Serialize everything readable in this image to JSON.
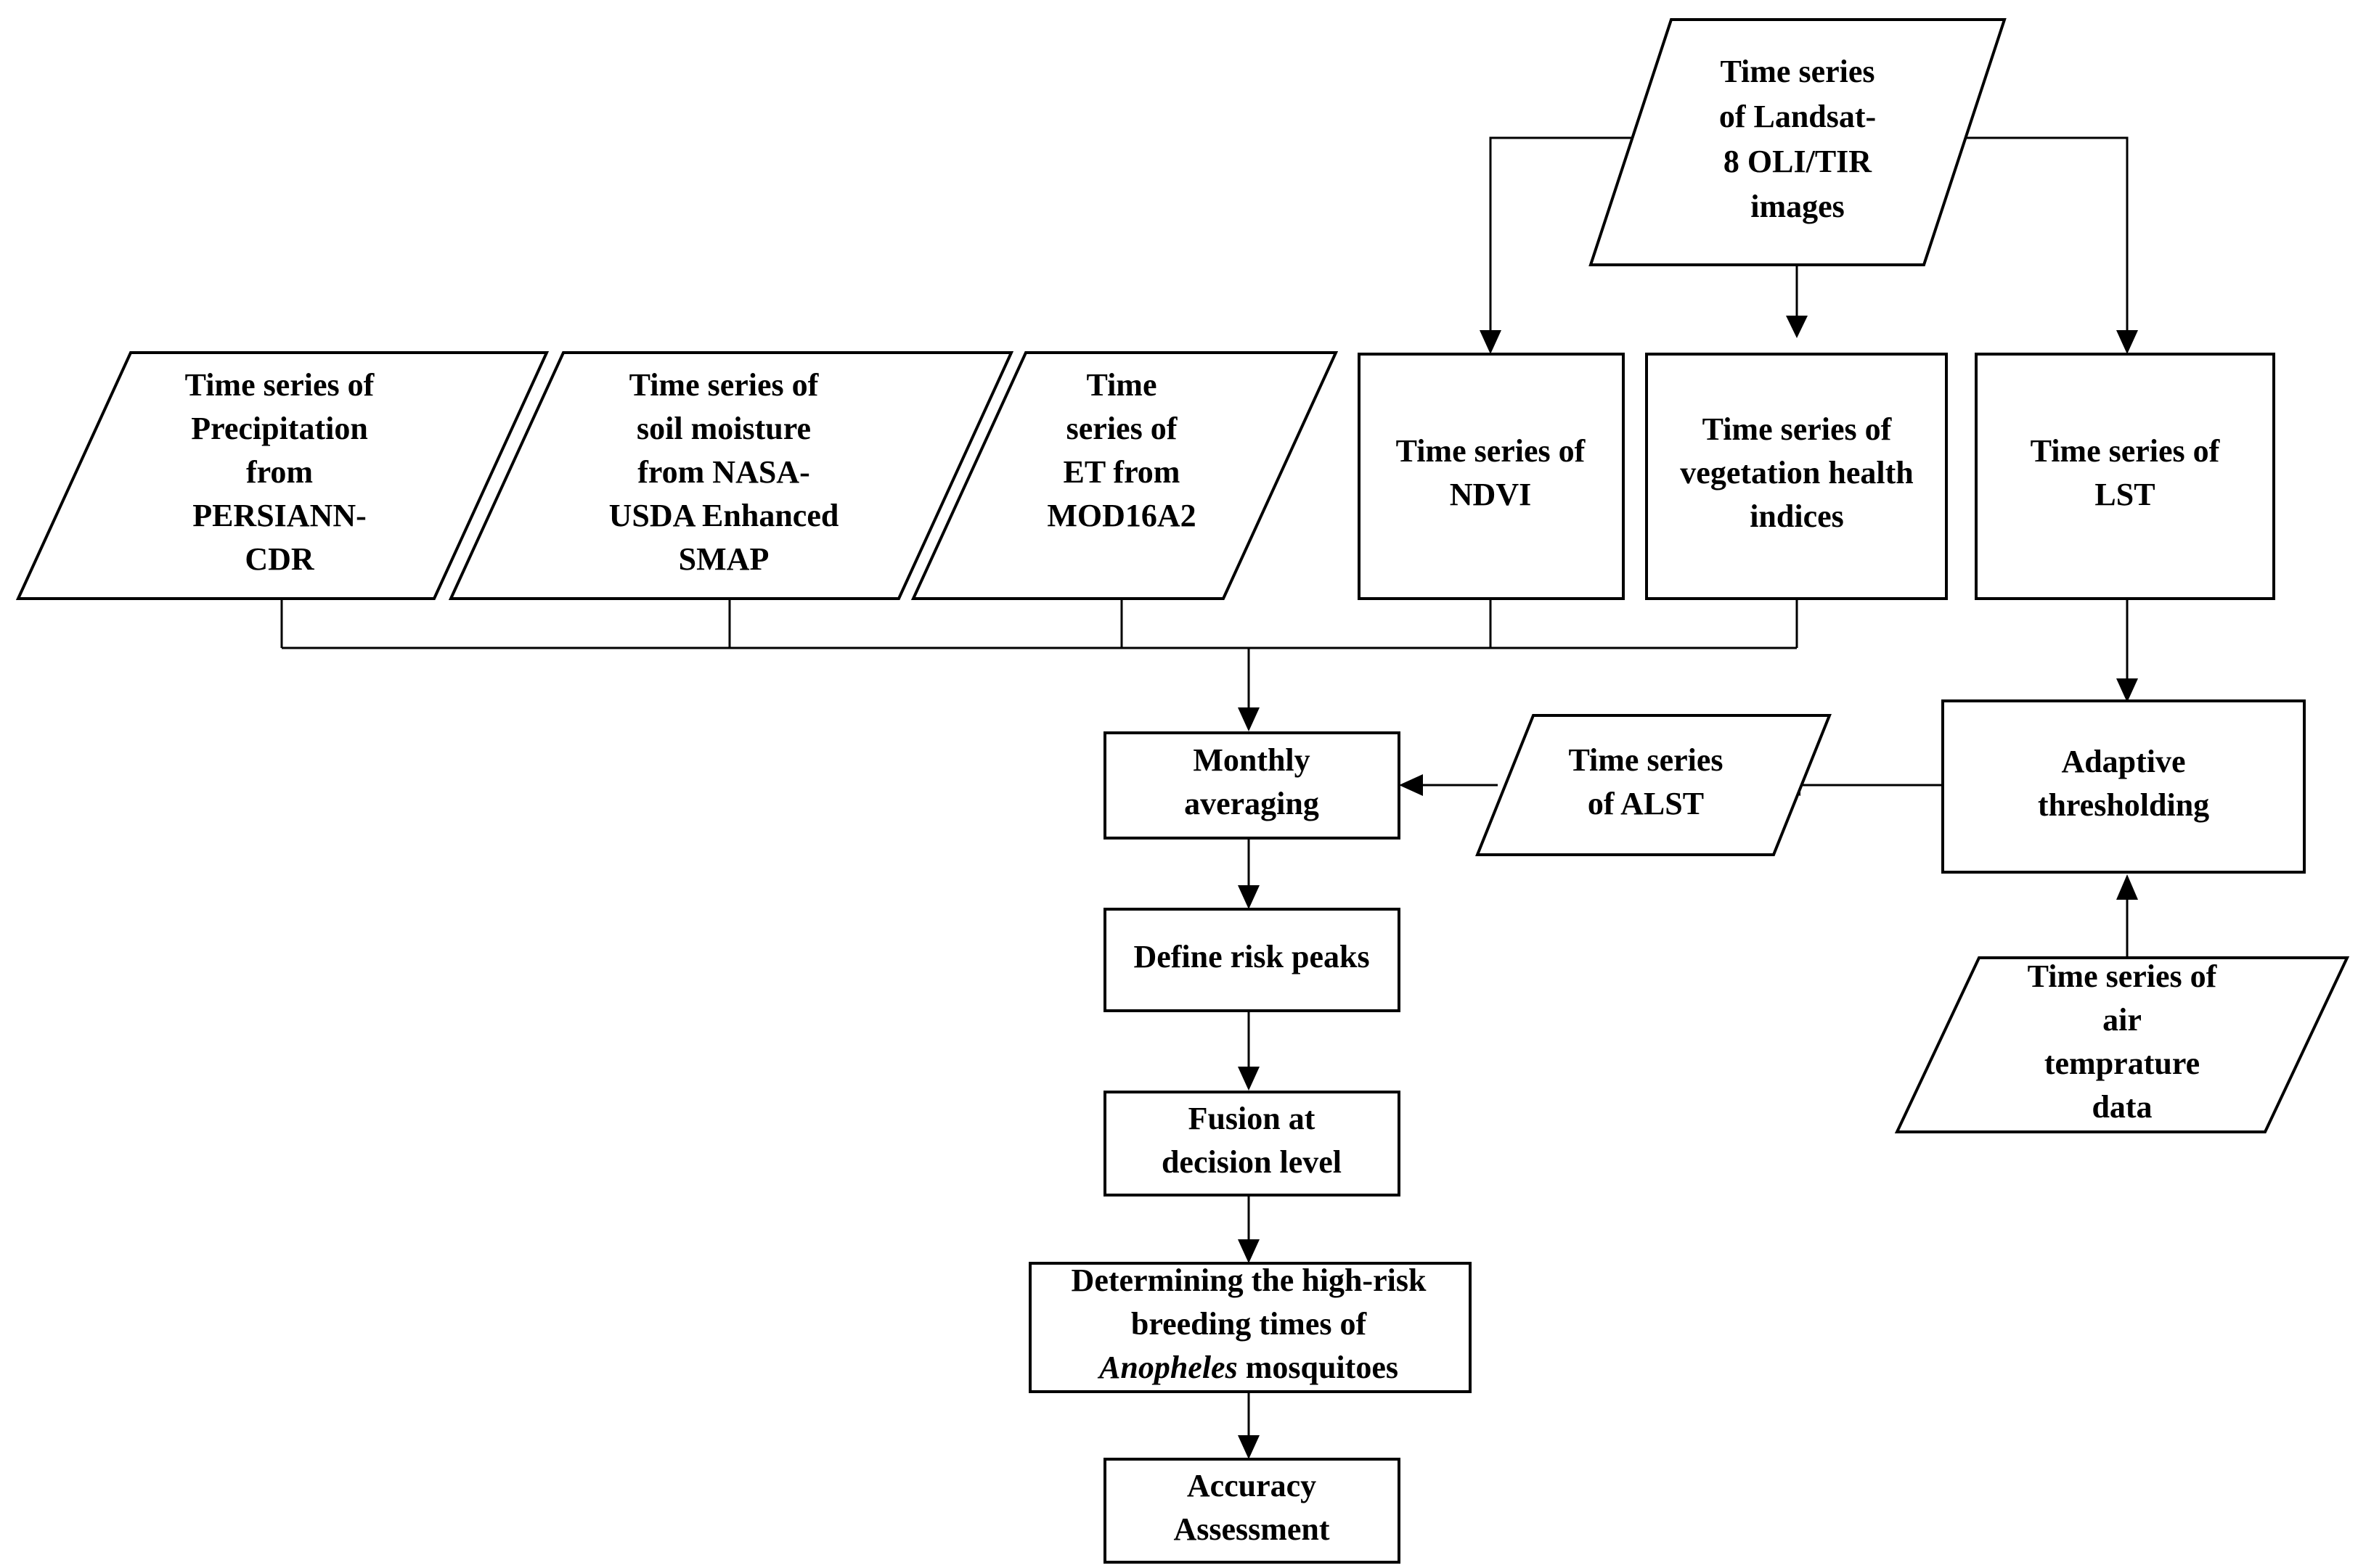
{
  "nodes": {
    "landsat": {
      "lines": [
        "Time series",
        "of Landsat-",
        "8 OLI/TIR",
        "images"
      ]
    },
    "precipitation": {
      "lines": [
        "Time series of",
        "Precipitation",
        "from",
        "PERSIANN-",
        "CDR"
      ]
    },
    "soil_moisture": {
      "lines": [
        "Time series of",
        "soil moisture",
        "from NASA-",
        "USDA Enhanced",
        "SMAP"
      ]
    },
    "et": {
      "lines": [
        "Time",
        "series of",
        "ET from",
        "MOD16A2"
      ]
    },
    "ndvi": {
      "lines": [
        "Time series of",
        "NDVI"
      ]
    },
    "vhi": {
      "lines": [
        "Time series of",
        "vegetation health",
        "indices"
      ]
    },
    "lst": {
      "lines": [
        "Time series of",
        "LST"
      ]
    },
    "monthly_averaging": {
      "lines": [
        "Monthly",
        "averaging"
      ]
    },
    "alst": {
      "lines": [
        "Time series",
        "of  ALST"
      ]
    },
    "adaptive_thresholding": {
      "lines": [
        "Adaptive",
        "thresholding"
      ]
    },
    "air_temperature": {
      "lines": [
        "Time series of",
        "air",
        "temprature",
        "data"
      ]
    },
    "define_risk_peaks": {
      "lines": [
        "Define risk peaks"
      ]
    },
    "fusion": {
      "lines": [
        "Fusion at",
        "decision level"
      ]
    },
    "high_risk": {
      "lines": [
        "Determining the high-risk",
        "breeding times of"
      ],
      "italic_word": "Anopheles",
      "rest": " mosquitoes"
    },
    "accuracy": {
      "lines": [
        "Accuracy",
        "Assessment"
      ]
    }
  }
}
